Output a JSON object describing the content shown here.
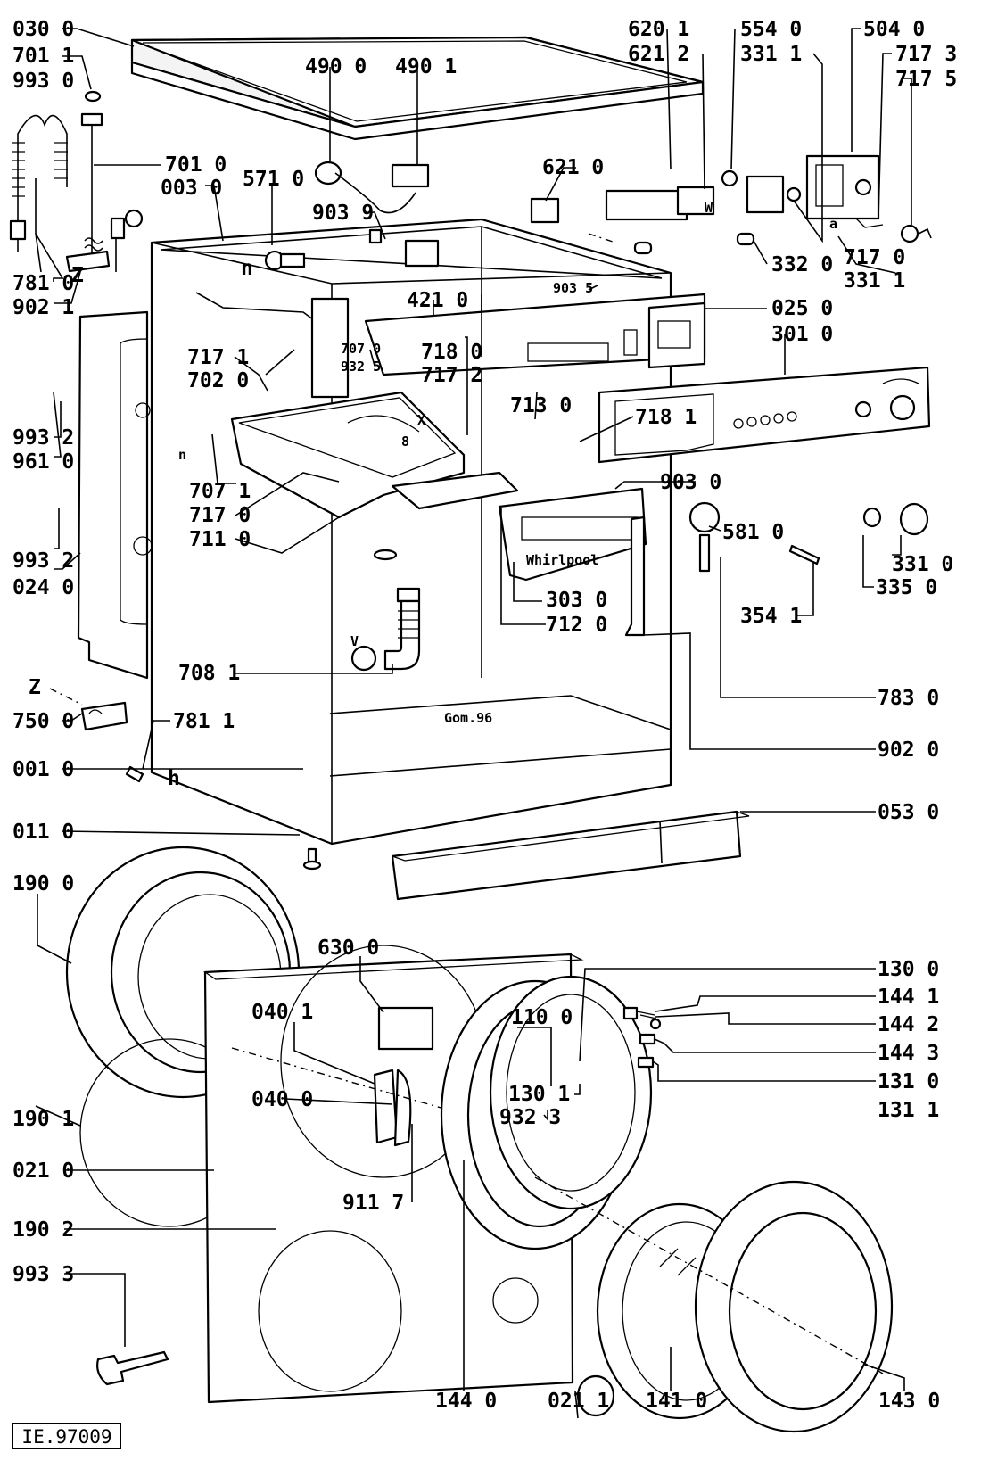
{
  "reference_code": "IE.97009",
  "brand_mark": "Whirlpool",
  "stamp_text": "Gom.96",
  "letter_marks": {
    "n1": "n",
    "z1": "Z",
    "w": "W",
    "a": "a",
    "x": "X",
    "b8": "8",
    "n2": "n",
    "v": "V",
    "z2": "Z",
    "h": "h"
  },
  "part_labels": {
    "p0300": "030 0",
    "p7011": "701 1",
    "p9930": "993 0",
    "p4900": "490 0",
    "p4901": "490 1",
    "p6201": "620 1",
    "p6212": "621 2",
    "p5540": "554 0",
    "p3311a": "331 1",
    "p5040": "504 0",
    "p7173": "717 3",
    "p7175": "717 5",
    "p7010": "701 0",
    "p5710": "571 0",
    "p0030": "003 0",
    "p6210": "621 0",
    "p9039": "903 9",
    "p3320": "332 0",
    "p7170a": "717 0",
    "p3311b": "331 1",
    "p7810": "781 0",
    "p9021": "902 1",
    "p4210": "421 0",
    "p9035": "903 5",
    "p0250": "025 0",
    "p3010": "301 0",
    "p7171": "717 1",
    "p7020": "702 0",
    "p7070": "707 0",
    "p9325": "932 5",
    "p7180": "718 0",
    "p7172": "717 2",
    "p9932a": "993 2",
    "p9610": "961 0",
    "p7130": "713 0",
    "p7181": "718 1",
    "p7071": "707 1",
    "p7170b": "717 0",
    "p7110": "711 0",
    "p9030": "903 0",
    "p5810": "581 0",
    "p9932b": "993 2",
    "p0240": "024 0",
    "p3310": "331 0",
    "p3350": "335 0",
    "p3541": "354 1",
    "p3030": "303 0",
    "p7120": "712 0",
    "p7081": "708 1",
    "p7830": "783 0",
    "p7500": "750 0",
    "p7811": "781 1",
    "p0010": "001 0",
    "p9020": "902 0",
    "p0110": "011 0",
    "p0530": "053 0",
    "p1900": "190 0",
    "p6300": "630 0",
    "p1300": "130 0",
    "p1441": "144 1",
    "p0401": "040 1",
    "p1100": "110 0",
    "p1442": "144 2",
    "p1443": "144 3",
    "p1310": "131 0",
    "p1301": "130 1",
    "p1311": "131 1",
    "p1901": "190 1",
    "p0400": "040 0",
    "p9323": "932 3",
    "p0210": "021 0",
    "p9117": "911 7",
    "p1902": "190 2",
    "p9933": "993 3",
    "p1440": "144 0",
    "p0211": "021 1",
    "p1410": "141 0",
    "p1430": "143 0"
  }
}
